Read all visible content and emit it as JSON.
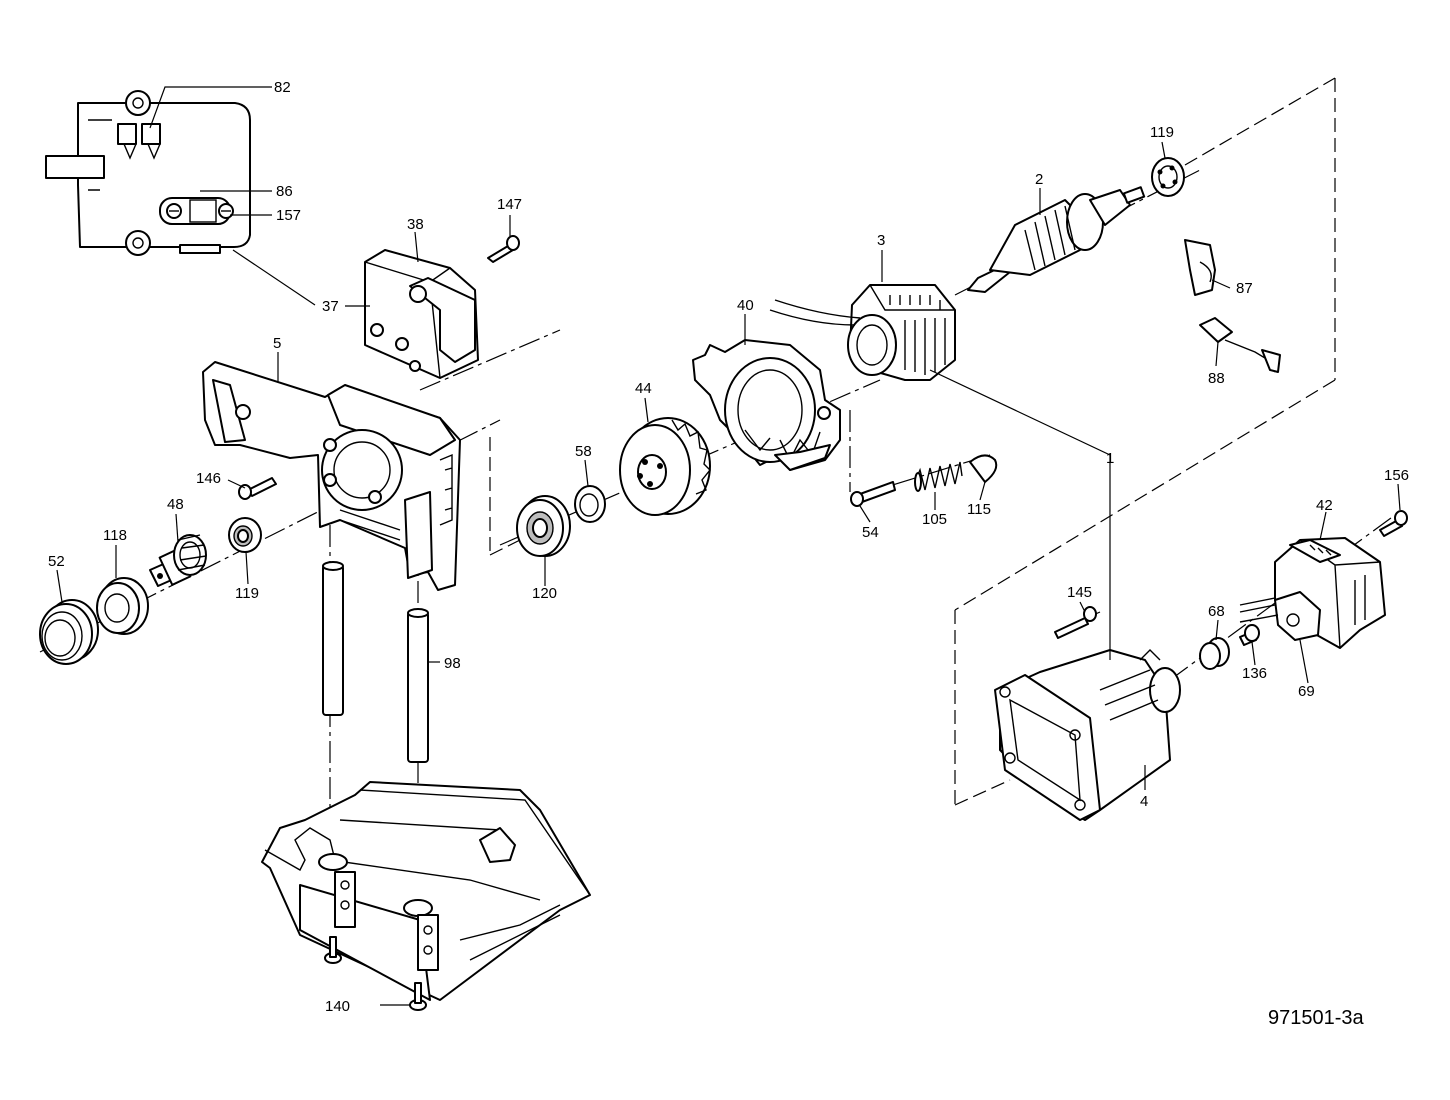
{
  "drawing_number": "971501-3a",
  "labels": {
    "p82": "82",
    "p86": "86",
    "p157": "157",
    "p37": "37",
    "p38": "38",
    "p147": "147",
    "p5": "5",
    "p146": "146",
    "p48": "48",
    "p52": "52",
    "p118": "118",
    "p119a": "119",
    "p98": "98",
    "p140": "140",
    "p120": "120",
    "p58": "58",
    "p44": "44",
    "p40": "40",
    "p54": "54",
    "p105": "105",
    "p115": "115",
    "p3": "3",
    "p2": "2",
    "p119b": "119",
    "p87": "87",
    "p88": "88",
    "p1": "1",
    "p145": "145",
    "p4": "4",
    "p68": "68",
    "p136": "136",
    "p69": "69",
    "p42": "42",
    "p156": "156"
  }
}
